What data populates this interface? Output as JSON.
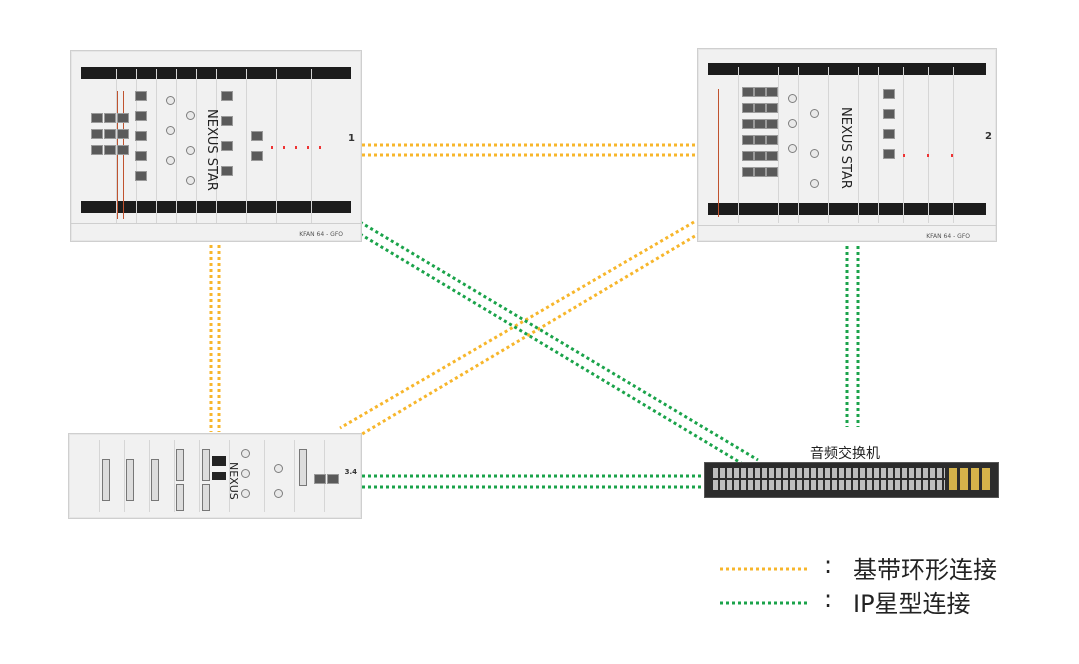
{
  "colors": {
    "baseband": "#f7b62b",
    "ip": "#1aa34a",
    "rail": "#1c1c1c",
    "chassis": "#f1f1f1"
  },
  "racks": [
    {
      "id": "rack1",
      "brand": "NEXUS STAR",
      "num": "1",
      "model": "KFAN 64 - GFO"
    },
    {
      "id": "rack2",
      "brand": "NEXUS STAR",
      "num": "2",
      "model": "KFAN 64 - GFO"
    },
    {
      "id": "rack3",
      "brand": "NEXUS",
      "num": "3.4",
      "model": ""
    }
  ],
  "switch": {
    "label": "音频交换机"
  },
  "legend": [
    {
      "key": "baseband",
      "label": "基带环形连接"
    },
    {
      "key": "ip",
      "label": "IP星型连接"
    }
  ]
}
